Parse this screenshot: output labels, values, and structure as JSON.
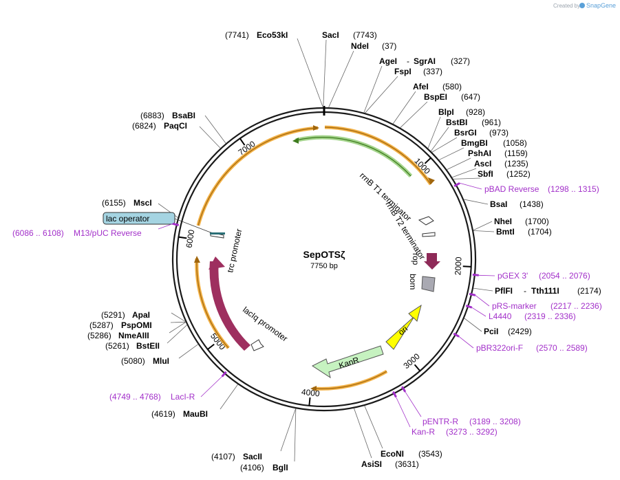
{
  "watermark": {
    "created_by": "Created by",
    "brand": "SnapGene"
  },
  "plasmid": {
    "name": "SepOTSζ",
    "size": "7750 bp",
    "length": 7750
  },
  "ticks": [
    {
      "label": "1000",
      "bp": 1000
    },
    {
      "label": "2000",
      "bp": 2000
    },
    {
      "label": "3000",
      "bp": 3000
    },
    {
      "label": "4000",
      "bp": 4000
    },
    {
      "label": "5000",
      "bp": 5000
    },
    {
      "label": "6000",
      "bp": 6000
    },
    {
      "label": "7000",
      "bp": 7000
    }
  ],
  "sites": [
    {
      "name": "SacI",
      "pos": "(7743)",
      "bp": 7743
    },
    {
      "name": "NdeI",
      "pos": "(37)",
      "bp": 37
    },
    {
      "name": "AgeI",
      "name2": "SgrAI",
      "pos": "(327)",
      "bp": 327
    },
    {
      "name": "FspI",
      "pos": "(337)",
      "bp": 337
    },
    {
      "name": "AfeI",
      "pos": "(580)",
      "bp": 580
    },
    {
      "name": "BspEI",
      "pos": "(647)",
      "bp": 647
    },
    {
      "name": "BlpI",
      "pos": "(928)",
      "bp": 928
    },
    {
      "name": "BstBI",
      "pos": "(961)",
      "bp": 961
    },
    {
      "name": "BsrGI",
      "pos": "(973)",
      "bp": 973
    },
    {
      "name": "BmgBI",
      "pos": "(1058)",
      "bp": 1058
    },
    {
      "name": "PshAI",
      "pos": "(1159)",
      "bp": 1159
    },
    {
      "name": "AscI",
      "pos": "(1235)",
      "bp": 1235
    },
    {
      "name": "SbfI",
      "pos": "(1252)",
      "bp": 1252
    },
    {
      "name": "BsaI",
      "pos": "(1438)",
      "bp": 1438
    },
    {
      "name": "NheI",
      "pos": "(1700)",
      "bp": 1700
    },
    {
      "name": "BmtI",
      "pos": "(1704)",
      "bp": 1704
    },
    {
      "name": "PflFI",
      "name2": "Tth111I",
      "pos": "(2174)",
      "bp": 2174
    },
    {
      "name": "PciI",
      "pos": "(2429)",
      "bp": 2429
    },
    {
      "name": "EcoNI",
      "pos": "(3543)",
      "bp": 3543
    },
    {
      "name": "AsiSI",
      "pos": "(3631)",
      "bp": 3631
    },
    {
      "name": "SacII",
      "pos": "(4107)",
      "bp": 4107
    },
    {
      "name": "BglI",
      "pos": "(4106)",
      "bp": 4106
    },
    {
      "name": "MauBI",
      "pos": "(4619)",
      "bp": 4619
    },
    {
      "name": "MluI",
      "pos": "(5080)",
      "bp": 5080
    },
    {
      "name": "BstEII",
      "pos": "(5261)",
      "bp": 5261
    },
    {
      "name": "NmeAIII",
      "pos": "(5286)",
      "bp": 5286
    },
    {
      "name": "PspOMI",
      "pos": "(5287)",
      "bp": 5287
    },
    {
      "name": "ApaI",
      "pos": "(5291)",
      "bp": 5291
    },
    {
      "name": "MscI",
      "pos": "(6155)",
      "bp": 6155
    },
    {
      "name": "PaqCI",
      "pos": "(6824)",
      "bp": 6824
    },
    {
      "name": "BsaBI",
      "pos": "(6883)",
      "bp": 6883
    },
    {
      "name": "Eco53kI",
      "pos": "(7741)",
      "bp": 7741
    }
  ],
  "primers": [
    {
      "name": "pBAD Reverse",
      "range": "(1298 .. 1315)",
      "bp": 1306
    },
    {
      "name": "pGEX 3'",
      "range": "(2054 .. 2076)",
      "bp": 2065
    },
    {
      "name": "pRS-marker",
      "range": "(2217 .. 2236)",
      "bp": 2226
    },
    {
      "name": "L4440",
      "range": "(2319 .. 2336)",
      "bp": 2327
    },
    {
      "name": "pBR322ori-F",
      "range": "(2570 .. 2589)",
      "bp": 2580
    },
    {
      "name": "pENTR-R",
      "range": "(3189 .. 3208)",
      "bp": 3198
    },
    {
      "name": "Kan-R",
      "range": "(3273 .. 3292)",
      "bp": 3282
    },
    {
      "name": "LacI-R",
      "range": "(4749 .. 4768)",
      "bp": 4758
    },
    {
      "name": "M13/pUC Reverse",
      "range": "(6086 .. 6108)",
      "bp": 6097
    }
  ],
  "features": {
    "rrnb_t1": "rrnB T1 terminator",
    "rrnb_t2": "rrnB T2 terminator",
    "rop": "rop",
    "bom": "bom",
    "ori": "ori",
    "kanr": "KanR",
    "laci": "lacI",
    "laciq_promoter": "lacIq promoter",
    "trc_promoter": "trc promoter",
    "lac_operator": "lac operator"
  },
  "colors": {
    "backbone": "#1a1a1a",
    "orf_orange": "#f0a326",
    "green_cds": "#59b02e",
    "laci": "#9e2f5f",
    "rop": "#8e2a58",
    "kanr": "#c6f2c0",
    "ori": "#ffff00",
    "bom": "#a9a9b2",
    "lac_operator": "#a5d4e2",
    "primer": "#a22fc9"
  }
}
